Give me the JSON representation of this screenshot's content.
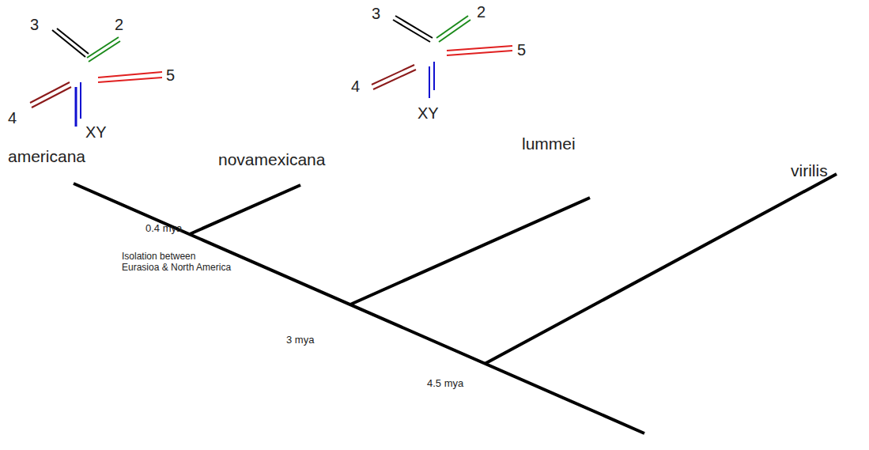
{
  "diagram": {
    "labels": [
      "3",
      "2",
      "5",
      "4",
      "XY",
      "3",
      "2",
      "5",
      "4",
      "XY",
      "americana",
      "novamexicana",
      "lummei",
      "virilis",
      "0.4 mya",
      "Isolation between Eurasioa & North America",
      "3 mya",
      "4.5 mya"
    ]
  }
}
